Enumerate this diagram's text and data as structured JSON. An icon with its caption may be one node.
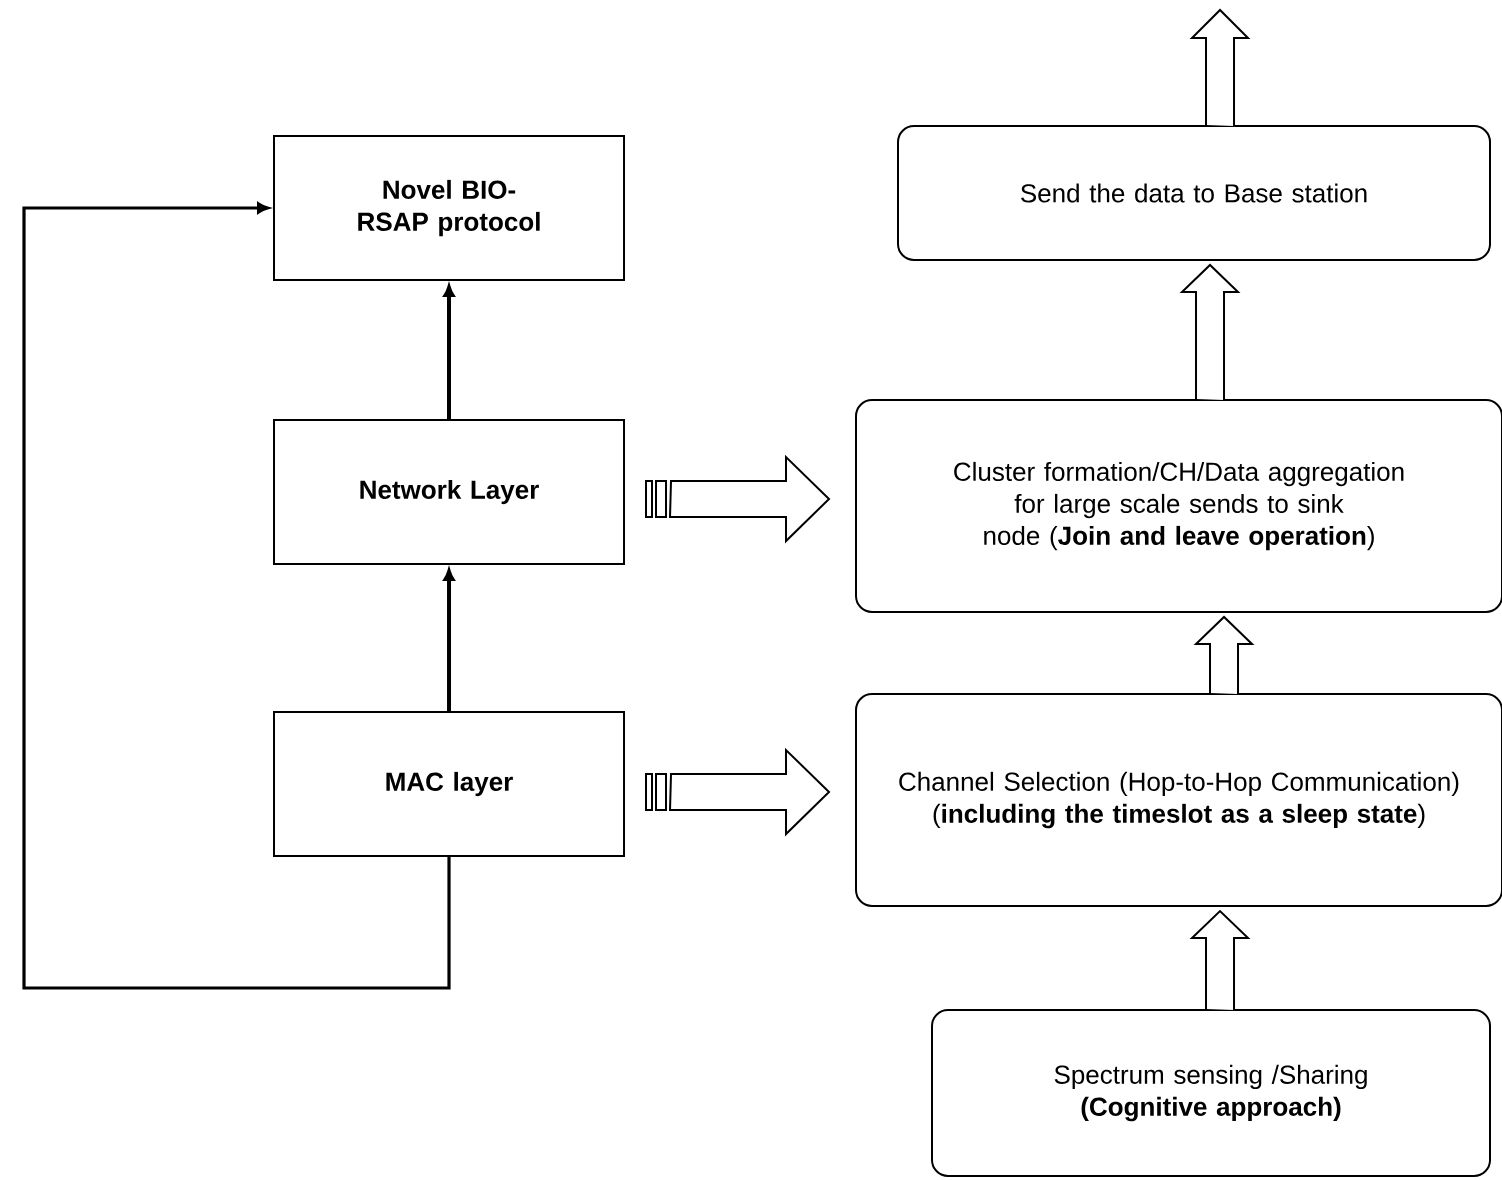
{
  "diagram": {
    "nodes": [
      {
        "text": [
          "Novel BIO-RSAP protocol"
        ]
      },
      {
        "text": [
          "Network Layer"
        ]
      },
      {
        "text": [
          "MAC layer"
        ]
      },
      {
        "text": [
          "Send the data to Base station"
        ]
      },
      {
        "text": [
          "Cluster formation/CH/Data aggregation for large scale sends to sink node (**Join and leave operation**)"
        ]
      },
      {
        "text": [
          "Channel Selection (Hop-to-Hop Communication) (**including the timeslot as a sleep state**)"
        ]
      },
      {
        "text": [
          "Spectrum sensing /Sharing",
          "(Cognitive approach)"
        ]
      }
    ],
    "edges": [
      {
        "from": 1,
        "to": 0,
        "arrow": "to"
      },
      {
        "from": 2,
        "to": 1,
        "arrow": "to"
      },
      {
        "from": 2,
        "to": 0,
        "arrow": "to"
      },
      {
        "from": 1,
        "to": 4,
        "arrow": "to"
      },
      {
        "from": 2,
        "to": 5,
        "arrow": "to"
      },
      {
        "from": 6,
        "to": 5,
        "arrow": "to"
      },
      {
        "from": 5,
        "to": 4,
        "arrow": "to"
      },
      {
        "from": 4,
        "to": 3,
        "arrow": "to"
      },
      {
        "from": 3,
        "to": null,
        "arrow": "to"
      }
    ]
  }
}
